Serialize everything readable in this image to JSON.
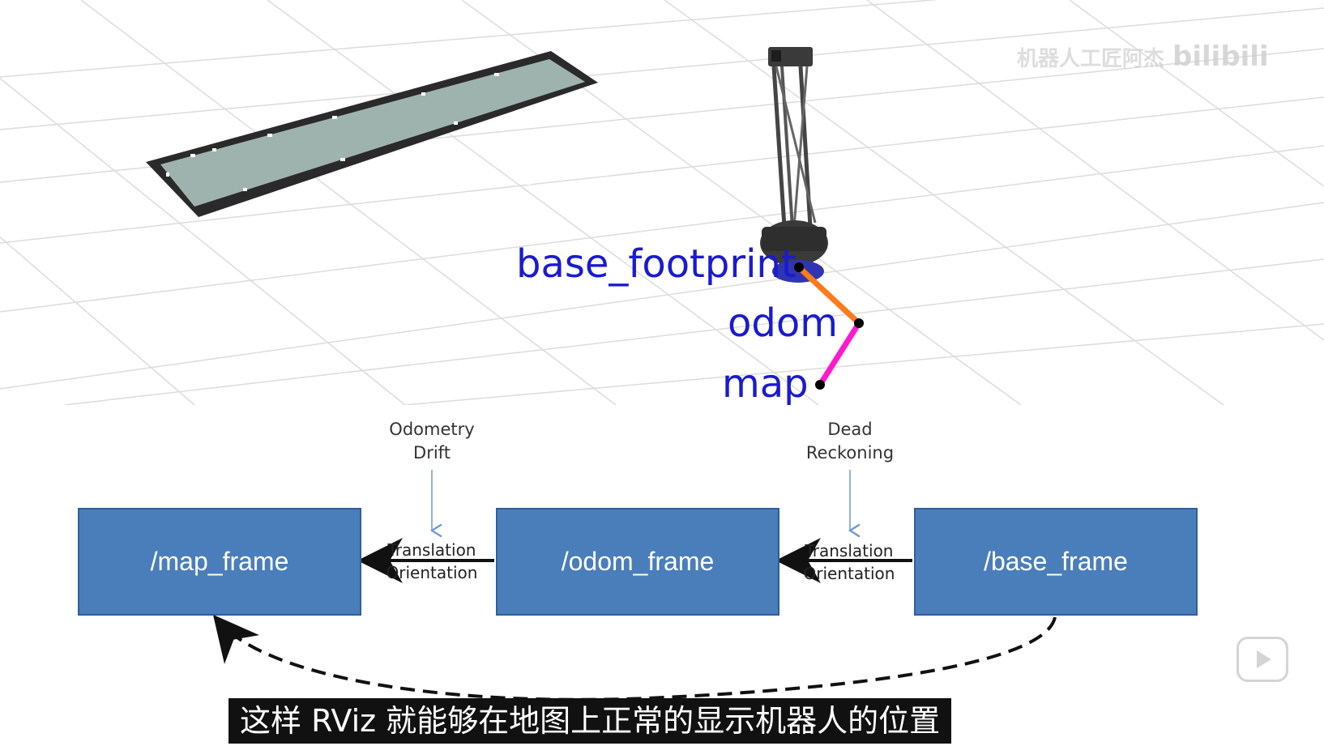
{
  "viewport": {
    "frame_labels": {
      "base_footprint": "base_footprint",
      "odom": "odom",
      "map": "map"
    },
    "colors": {
      "label": "#1a1ad0",
      "odom_link": "#ff7a1a",
      "map_link": "#ff1ad0",
      "map_fill": "#9fb3ae"
    }
  },
  "diagram": {
    "boxes": [
      {
        "label": "/map_frame"
      },
      {
        "label": "/odom_frame"
      },
      {
        "label": "/base_frame"
      }
    ],
    "notes": {
      "drift_line1": "Odometry",
      "drift_line2": "Drift",
      "dead_line1": "Dead",
      "dead_line2": "Reckoning"
    },
    "edges": {
      "left_line1": "Translation",
      "left_line2": "Orientation",
      "right_line1": "Translation",
      "right_line2": "Orientation"
    },
    "box_color": "#4a7ebb"
  },
  "subtitle": "这样 RViz 就能够在地图上正常的显示机器人的位置",
  "watermark": {
    "text": "机器人工匠阿杰",
    "brand": "bilibili"
  },
  "player": {
    "icon": "tv-play-icon"
  }
}
